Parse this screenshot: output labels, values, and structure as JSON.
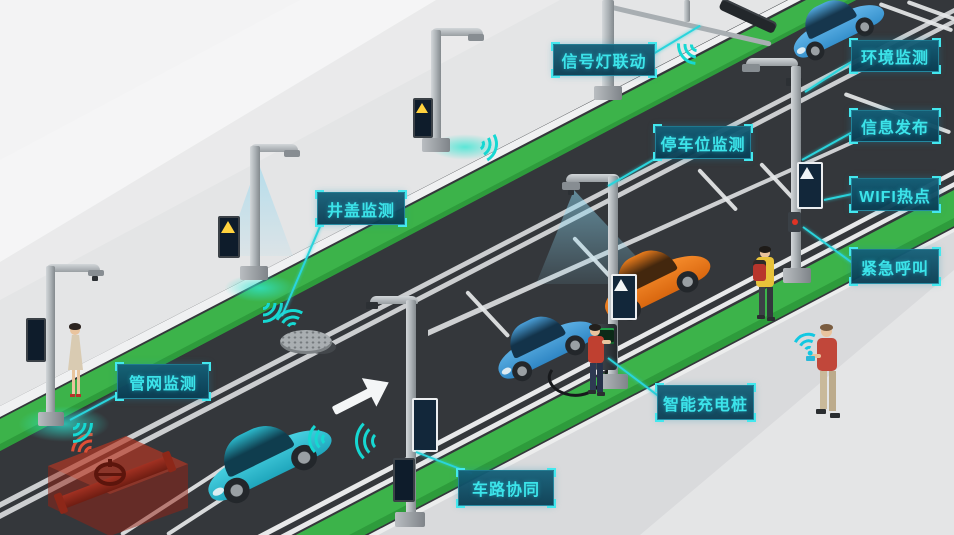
{
  "callouts": {
    "signal": {
      "text": "信号灯联动",
      "points_to": "traffic-signal-pole"
    },
    "environment": {
      "text": "环境监测",
      "points_to": "smart-pole-env-sensor"
    },
    "parking": {
      "text": "停车位监测",
      "points_to": "parking-monitor-lamp"
    },
    "info": {
      "text": "信息发布",
      "points_to": "info-display-sign"
    },
    "wifi": {
      "text": "WIFI热点",
      "points_to": "pole-wifi-unit"
    },
    "emergency": {
      "text": "紧急呼叫",
      "points_to": "emergency-call-button"
    },
    "manhole": {
      "text": "井盖监测",
      "points_to": "manhole-cover"
    },
    "pipeline": {
      "text": "管网监测",
      "points_to": "underground-pipe"
    },
    "charging": {
      "text": "智能充电桩",
      "points_to": "charging-pile"
    },
    "v2x": {
      "text": "车路协同",
      "points_to": "roadside-unit-pole"
    }
  },
  "scene": {
    "vehicles": [
      {
        "name": "blue-sedan-driving-top",
        "color": "#55aee6"
      },
      {
        "name": "orange-parked-car",
        "color": "#f07d1e"
      },
      {
        "name": "blue-parked-car-charging",
        "color": "#4aa3dc"
      },
      {
        "name": "cyan-connected-car",
        "color": "#35c6d8"
      }
    ],
    "people": [
      "woman-standing-sidewalk",
      "man-with-backpack-walking",
      "man-charging-car",
      "man-using-phone-wifi"
    ],
    "objects": [
      "smart-lamp-poles",
      "traffic-signal-bar",
      "manhole-cover",
      "underground-pipe-valve",
      "road-direction-arrow",
      "charging-cable",
      "radar-wave-arcs",
      "lamp-light-cones",
      "wifi-signal-icon"
    ],
    "colors": {
      "accent_cyan": "#2ad4dc",
      "label_bg": "#0e4a63",
      "label_text": "#3ce4ea",
      "wave_teal": "#16d8d2",
      "alert_red": "#df4f36",
      "green_strip": "#3cb34a",
      "road": "#34373b",
      "sidewalk": "#dcdde0"
    }
  }
}
